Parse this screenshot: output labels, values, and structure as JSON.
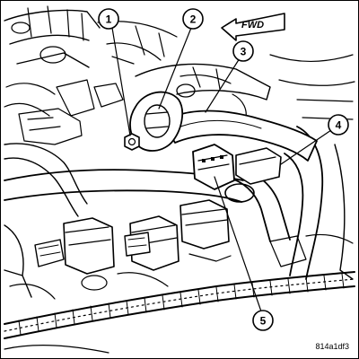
{
  "figure": {
    "id_label": "814a1df3",
    "direction_label": "FWD",
    "callouts": [
      "1",
      "2",
      "3",
      "4",
      "5"
    ]
  }
}
